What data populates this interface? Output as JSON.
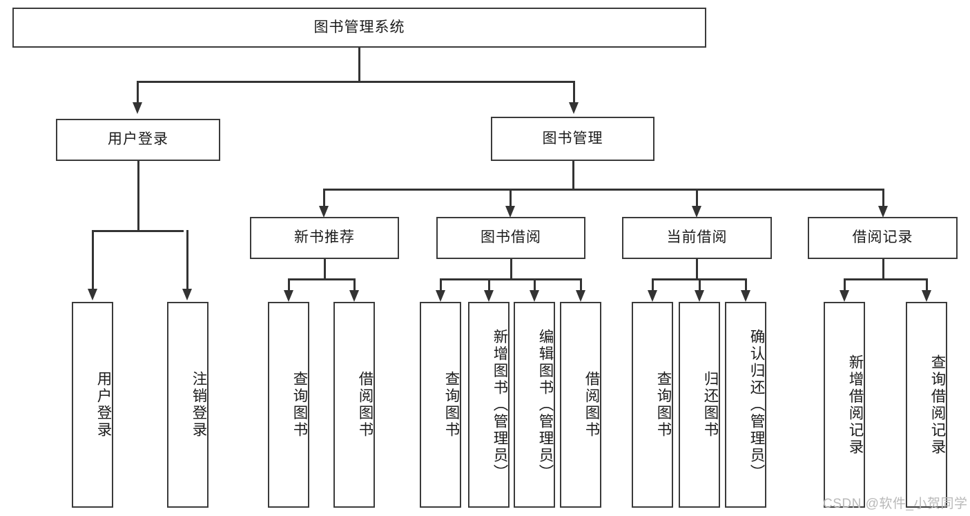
{
  "diagram": {
    "title": "图书管理系统",
    "type": "tree-hierarchy-chart",
    "root": {
      "label": "图书管理系统"
    },
    "level2": [
      {
        "label": "用户登录"
      },
      {
        "label": "图书管理"
      }
    ],
    "level3": [
      {
        "label": "新书推荐"
      },
      {
        "label": "图书借阅"
      },
      {
        "label": "当前借阅"
      },
      {
        "label": "借阅记录"
      }
    ],
    "leaves": {
      "user_login": [
        {
          "label": "用户登录"
        },
        {
          "label": "注销登录"
        }
      ],
      "new_book_recommend": [
        {
          "label": "查询图书"
        },
        {
          "label": "借阅图书"
        }
      ],
      "book_borrow": [
        {
          "label": "查询图书"
        },
        {
          "label": "新增图书（管理员）"
        },
        {
          "label": "编辑图书（管理员）"
        },
        {
          "label": "借阅图书"
        }
      ],
      "current_borrow": [
        {
          "label": "查询图书"
        },
        {
          "label": "归还图书"
        },
        {
          "label": "确认归还（管理员）"
        }
      ],
      "borrow_record": [
        {
          "label": "新增借阅记录"
        },
        {
          "label": "查询借阅记录"
        }
      ]
    }
  },
  "watermark": {
    "text": "CSDN @软件_小贺同学"
  },
  "colors": {
    "border": "#3a3a3a",
    "line": "#333333",
    "text": "#1b1b1b",
    "background": "#ffffff",
    "watermark": "#b9b9b9"
  }
}
